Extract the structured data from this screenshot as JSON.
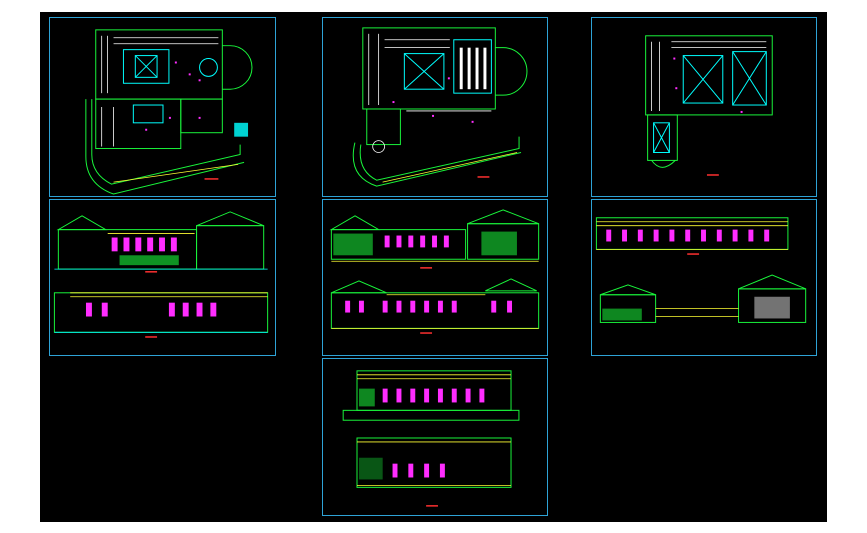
{
  "drawing": {
    "background": "#000000",
    "frame_color": "#2ea3d6",
    "palette": {
      "green": "#19f53b",
      "cyan": "#00ffff",
      "yellow": "#ffff33",
      "magenta": "#ff2dff",
      "white": "#ffffff",
      "red": "#ff3030"
    },
    "sheets": [
      {
        "id": "plan-1",
        "kind": "floor-plan"
      },
      {
        "id": "plan-2",
        "kind": "floor-plan"
      },
      {
        "id": "plan-3",
        "kind": "floor-plan"
      },
      {
        "id": "elev-1",
        "kind": "elevations"
      },
      {
        "id": "elev-2",
        "kind": "elevations"
      },
      {
        "id": "elev-3",
        "kind": "elevations"
      },
      {
        "id": "elev-4",
        "kind": "elevations"
      }
    ]
  }
}
